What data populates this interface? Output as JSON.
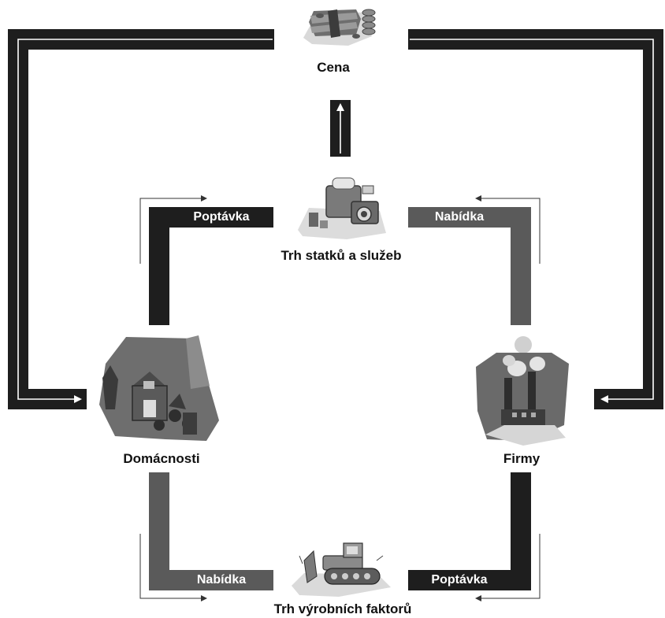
{
  "nodes": {
    "price": "Cena",
    "goods_market": "Trh statků a služeb",
    "households": "Domácnosti",
    "firms": "Firmy",
    "factor_market": "Trh výrobních faktorů"
  },
  "flows": {
    "top_left": "Poptávka",
    "top_right": "Nabídka",
    "bottom_left": "Nabídka",
    "bottom_right": "Poptávka"
  },
  "colors": {
    "dark_band": "#1e1e1e",
    "mid_band": "#5a5a5a",
    "background": "#ffffff"
  },
  "icons": [
    "money-stack-icon",
    "appliances-icon",
    "house-icon",
    "factory-icon",
    "bulldozer-icon"
  ]
}
